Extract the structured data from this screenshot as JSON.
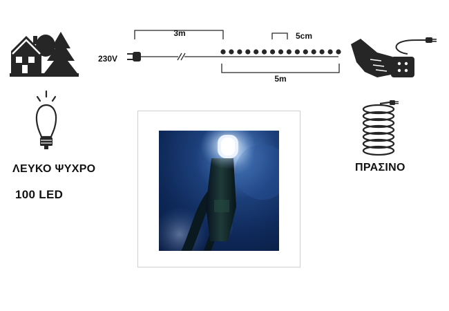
{
  "diagram": {
    "voltage": "230V",
    "lead_length": "3m",
    "spacing": "5cm",
    "lit_length": "5m"
  },
  "specs": {
    "color_name": "ΛΕΥΚΟ ΨΥΧΡΟ",
    "led_count": "100 LED",
    "wire_color": "ΠΡΑΣΙΝΟ"
  },
  "icons": {
    "outdoor": "house-and-tree-icon",
    "bulb": "led-bulb-icon",
    "controller": "hand-controller-icon",
    "coil": "wire-coil-icon"
  },
  "colors": {
    "icon": "#262626",
    "photo_dark": "#0e2858",
    "led_glow": "#eaf3ff"
  }
}
